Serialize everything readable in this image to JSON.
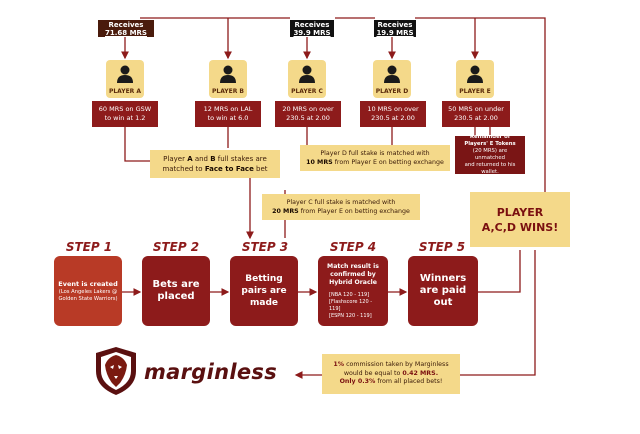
{
  "receives": [
    {
      "label": "Receives",
      "amount": "71.68 MRS"
    },
    {
      "label": "Receives",
      "amount": "39.9 MRS"
    },
    {
      "label": "Receives",
      "amount": "19.9 MRS"
    }
  ],
  "players": [
    {
      "label": "PLAYER A",
      "bet_line1": "60 MRS on GSW",
      "bet_line2": "to win at 1.2"
    },
    {
      "label": "PLAYER B",
      "bet_line1": "12 MRS on LAL",
      "bet_line2": "to win at 6.0"
    },
    {
      "label": "PLAYER C",
      "bet_line1": "20 MRS on over",
      "bet_line2": "230.5 at 2.00"
    },
    {
      "label": "PLAYER D",
      "bet_line1": "10 MRS on over",
      "bet_line2": "230.5 at 2.00"
    },
    {
      "label": "PLAYER E",
      "bet_line1": "50 MRS on under",
      "bet_line2": "230.5 at 2.00"
    }
  ],
  "notes": {
    "ab_pre": "Player ",
    "ab_a": "A",
    "ab_mid": " and ",
    "ab_b": "B",
    "ab_post": " full stakes are",
    "ab_line2_pre": "matched to ",
    "ab_line2_bold": "Face to Face",
    "ab_line2_post": " bet",
    "d_line1": "Player D full stake is matched with",
    "d_bold": "10 MRS",
    "d_line2_post": " from Player E on betting exchange",
    "remainder_line1": "Remainder of",
    "remainder_line2": "Players' E Tokens",
    "remainder_line3": "(20 MRS) are unmatched",
    "remainder_line4": "and returned to his wallet.",
    "c_line1": "Player C full stake is matched with",
    "c_bold": "20 MRS",
    "c_line2_post": " from Player E on betting exchange"
  },
  "winner": {
    "line1": "PLAYER",
    "line2": "A,C,D WINS!"
  },
  "steps": [
    {
      "label": "STEP 1",
      "title": "Event is created",
      "detail": "(Los Angeles Lakers @ Golden State Warriors)"
    },
    {
      "label": "STEP 2",
      "title": "Bets are placed"
    },
    {
      "label": "STEP 3",
      "title": "Betting pairs are made"
    },
    {
      "label": "STEP 4",
      "title": "Match result is confirmed by Hybrid Oracle",
      "results": [
        "[NBA 120 - 119]",
        "[Flashscore 120 - 119]",
        "[ESPN 120 - 119]"
      ]
    },
    {
      "label": "STEP 5",
      "title": "Winners are paid out"
    }
  ],
  "commission": {
    "l1_bold": "1%",
    "l1_rest": " commission taken by Marginless",
    "l2_pre": "would be equal to ",
    "l2_bold": "0.42 MRS.",
    "l3_bold": "Only 0.3%",
    "l3_rest": " from all placed bets!"
  },
  "logo": {
    "text": "marginless"
  },
  "colors": {
    "dark_red": "#8d1b1b",
    "gold": "#f4d98a",
    "wire": "#8d1b1b"
  }
}
